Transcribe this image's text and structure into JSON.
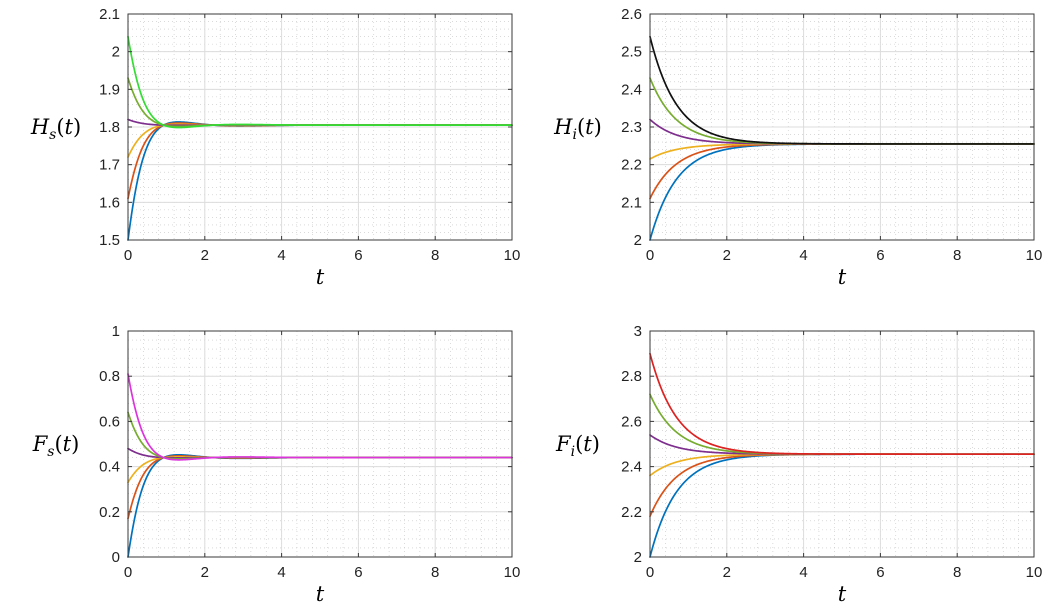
{
  "chart_data": [
    {
      "type": "line",
      "panel": "top-left",
      "xlabel": "t",
      "ylabel": "H_s(t)",
      "ylabel_main": "H",
      "ylabel_sub": "s",
      "ylabel_arg": "(t)",
      "xlim": [
        0,
        10
      ],
      "ylim": [
        1.5,
        2.1
      ],
      "xticks": [
        0,
        2,
        4,
        6,
        8,
        10
      ],
      "yticks": [
        1.5,
        1.6,
        1.7,
        1.8,
        1.9,
        2.0,
        2.1
      ],
      "ytick_labels": [
        "1.5",
        "1.6",
        "1.7",
        "1.8",
        "1.9",
        "2",
        "2.1"
      ],
      "grid": true,
      "minor_grid": true,
      "equilibrium": 1.805,
      "curve_model": "damped_oscillation",
      "series": [
        {
          "initial": 1.5,
          "color": "#0072BD"
        },
        {
          "initial": 1.61,
          "color": "#D95319"
        },
        {
          "initial": 1.72,
          "color": "#EDB120"
        },
        {
          "initial": 1.82,
          "color": "#7E2F8E"
        },
        {
          "initial": 1.93,
          "color": "#77AC30"
        },
        {
          "initial": 2.04,
          "color": "#33DD33"
        }
      ]
    },
    {
      "type": "line",
      "panel": "top-right",
      "xlabel": "t",
      "ylabel": "H_i(t)",
      "ylabel_main": "H",
      "ylabel_sub": "i",
      "ylabel_arg": "(t)",
      "xlim": [
        0,
        10
      ],
      "ylim": [
        2.0,
        2.6
      ],
      "xticks": [
        0,
        2,
        4,
        6,
        8,
        10
      ],
      "yticks": [
        2.0,
        2.1,
        2.2,
        2.3,
        2.4,
        2.5,
        2.6
      ],
      "ytick_labels": [
        "2",
        "2.1",
        "2.2",
        "2.3",
        "2.4",
        "2.5",
        "2.6"
      ],
      "grid": true,
      "minor_grid": true,
      "equilibrium": 2.255,
      "curve_model": "exponential",
      "series": [
        {
          "initial": 2.0,
          "color": "#0072BD"
        },
        {
          "initial": 2.11,
          "color": "#D95319"
        },
        {
          "initial": 2.215,
          "color": "#EDB120"
        },
        {
          "initial": 2.32,
          "color": "#7E2F8E"
        },
        {
          "initial": 2.43,
          "color": "#77AC30"
        },
        {
          "initial": 2.54,
          "color": "#111111"
        }
      ]
    },
    {
      "type": "line",
      "panel": "bottom-left",
      "xlabel": "t",
      "ylabel": "F_s(t)",
      "ylabel_main": "F",
      "ylabel_sub": "s",
      "ylabel_arg": "(t)",
      "xlim": [
        0,
        10
      ],
      "ylim": [
        0,
        1
      ],
      "xticks": [
        0,
        2,
        4,
        6,
        8,
        10
      ],
      "yticks": [
        0,
        0.2,
        0.4,
        0.6,
        0.8,
        1.0
      ],
      "ytick_labels": [
        "0",
        "0.2",
        "0.4",
        "0.6",
        "0.8",
        "1"
      ],
      "grid": true,
      "minor_grid": true,
      "equilibrium": 0.44,
      "curve_model": "damped_oscillation",
      "series": [
        {
          "initial": 0.0,
          "color": "#0072BD"
        },
        {
          "initial": 0.17,
          "color": "#D95319"
        },
        {
          "initial": 0.33,
          "color": "#EDB120"
        },
        {
          "initial": 0.48,
          "color": "#7E2F8E"
        },
        {
          "initial": 0.64,
          "color": "#77AC30"
        },
        {
          "initial": 0.81,
          "color": "#DD33DD"
        }
      ]
    },
    {
      "type": "line",
      "panel": "bottom-right",
      "xlabel": "t",
      "ylabel": "F_i(t)",
      "ylabel_main": "F",
      "ylabel_sub": "i",
      "ylabel_arg": "(t)",
      "xlim": [
        0,
        10
      ],
      "ylim": [
        2.0,
        3.0
      ],
      "xticks": [
        0,
        2,
        4,
        6,
        8,
        10
      ],
      "yticks": [
        2.0,
        2.2,
        2.4,
        2.6,
        2.8,
        3.0
      ],
      "ytick_labels": [
        "2",
        "2.2",
        "2.4",
        "2.6",
        "2.8",
        "3"
      ],
      "grid": true,
      "minor_grid": true,
      "equilibrium": 2.455,
      "curve_model": "exponential",
      "series": [
        {
          "initial": 2.0,
          "color": "#0072BD"
        },
        {
          "initial": 2.18,
          "color": "#D95319"
        },
        {
          "initial": 2.36,
          "color": "#EDB120"
        },
        {
          "initial": 2.54,
          "color": "#7E2F8E"
        },
        {
          "initial": 2.72,
          "color": "#77AC30"
        },
        {
          "initial": 2.9,
          "color": "#DD2222"
        }
      ]
    }
  ]
}
